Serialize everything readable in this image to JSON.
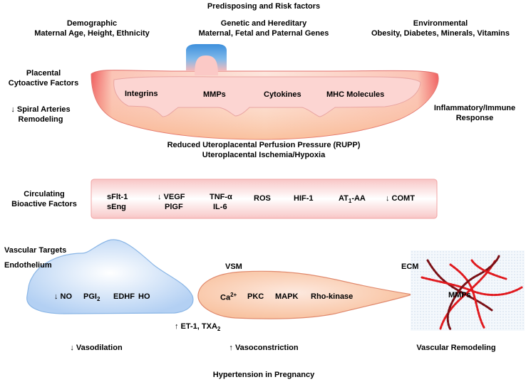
{
  "header": {
    "title": "Predisposing and Risk factors",
    "demographic": {
      "heading": "Demographic",
      "detail": "Maternal Age, Height, Ethnicity"
    },
    "genetic": {
      "heading": "Genetic and Hereditary",
      "detail": "Maternal, Fetal and Paternal Genes"
    },
    "environmental": {
      "heading": "Environmental",
      "detail": "Obesity, Diabetes, Minerals, Vitamins"
    }
  },
  "placenta": {
    "left_label_line1": "Placental",
    "left_label_line2": "Cytoactive Factors",
    "spiral_line1": "↓ Spiral Arteries",
    "spiral_line2": "Remodeling",
    "inflam_line1": "Inflammatory/Immune",
    "inflam_line2": "Response",
    "factors": [
      "Integrins",
      "MMPs",
      "Cytokines",
      "MHC Molecules"
    ]
  },
  "rupp": {
    "line1": "Reduced Uteroplacental Perfusion Pressure (RUPP)",
    "line2": "Uteroplacental Ischemia/Hypoxia"
  },
  "circulating": {
    "label_line1": "Circulating",
    "label_line2": "Bioactive Factors",
    "items": {
      "sflt1": "sFlt-1",
      "seng": "sEng",
      "vegf": "↓ VEGF",
      "pigf": "PlGF",
      "tnf": "TNF-α",
      "il6": "IL-6",
      "ros": "ROS",
      "hif1": "HIF-1",
      "at1_base": "AT",
      "at1_sub": "1",
      "at1_suffix": "-AA",
      "comt": "↓ COMT"
    }
  },
  "vascular": {
    "targets_label": "Vascular Targets",
    "endothelium": {
      "label": "Endothelium",
      "no": "↓ NO",
      "pgi_base": "PGI",
      "pgi_sub": "2",
      "edhf": "EDHF",
      "ho": "HO"
    },
    "vsm": {
      "label": "VSM",
      "ca_base": "Ca",
      "ca_sup": "2+",
      "pkc": "PKC",
      "mapk": "MAPK",
      "rho": "Rho-kinase"
    },
    "ecm": {
      "label": "ECM",
      "mmps": "MMPs"
    },
    "et1_text": "↑ ET-1, TXA",
    "et1_sub": "2"
  },
  "outcomes": {
    "vasodilation": "↓ Vasodilation",
    "vasoconstriction": "↑ Vasoconstriction",
    "remodeling": "Vascular Remodeling",
    "final": "Hypertension in Pregnancy"
  },
  "colors": {
    "placenta_edge": "#ee5a5a",
    "placenta_fill": "#fde3dc",
    "cord": "#4a9be0",
    "endothelium_fill": "#bcd6f5",
    "vsm_fill": "#f9c8aa",
    "fiber_red": "#e0191e",
    "fiber_dark": "#7a1016"
  }
}
